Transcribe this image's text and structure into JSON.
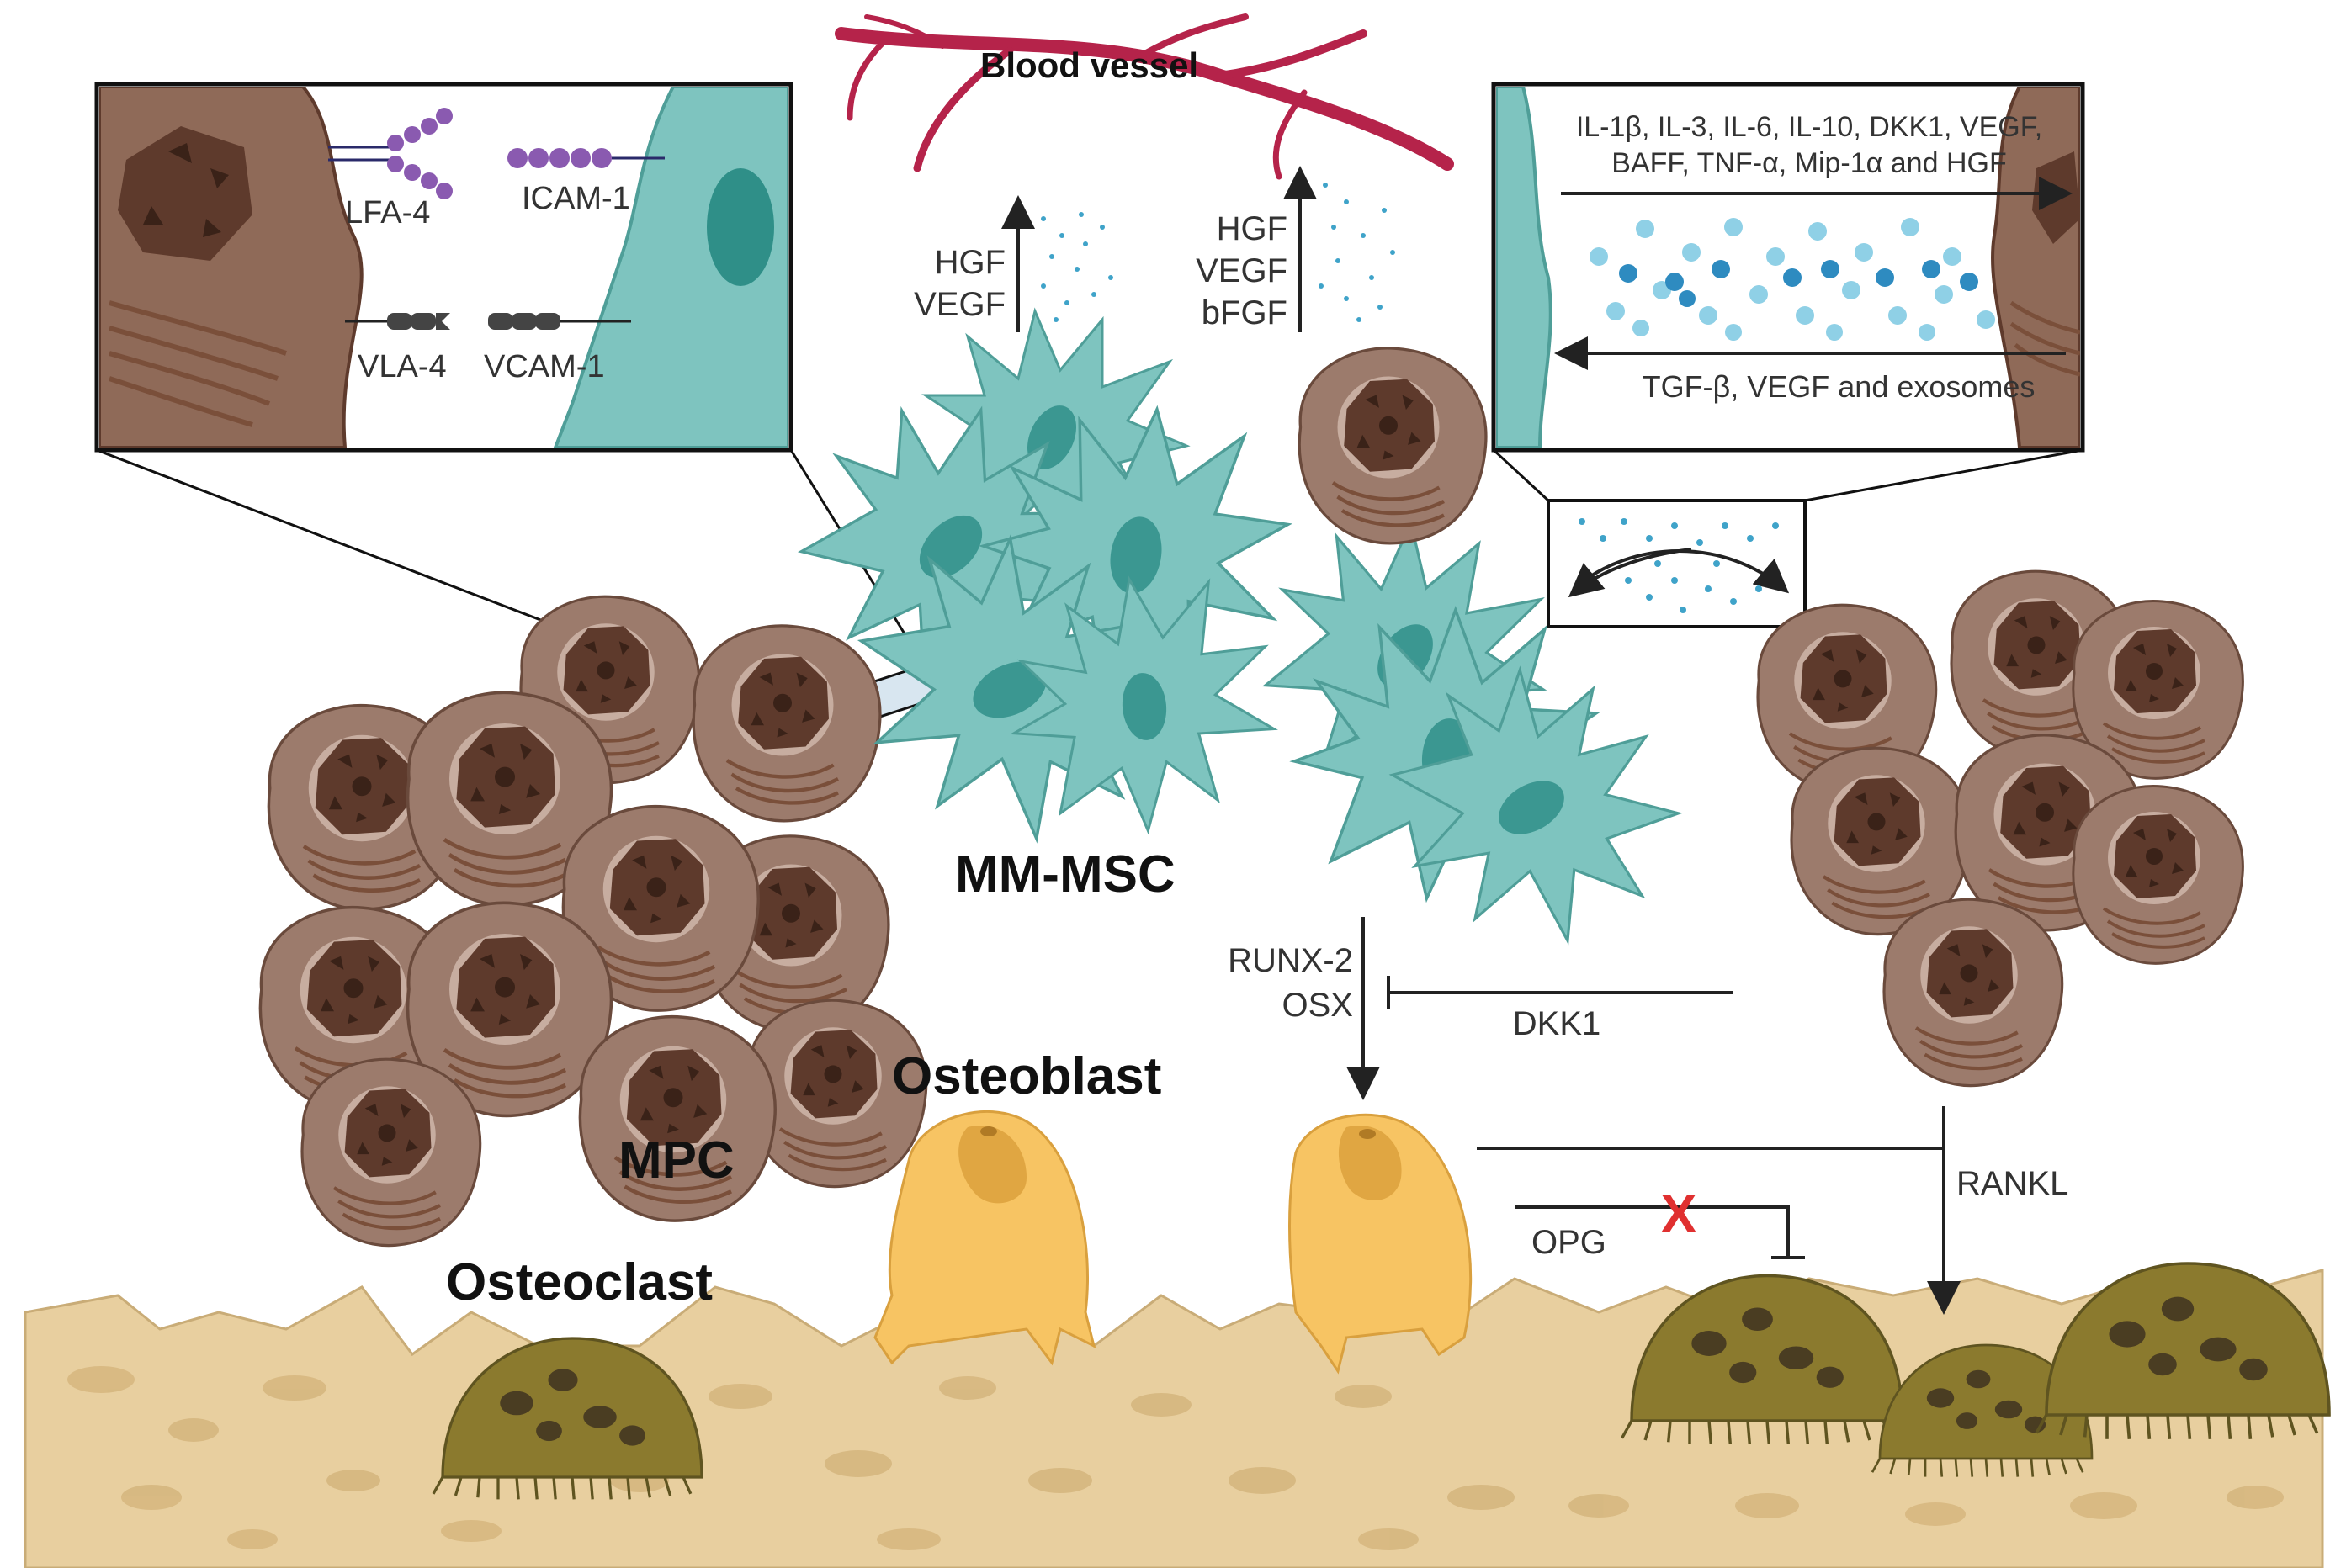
{
  "labels": {
    "blood_vessel": "Blood vessel",
    "hgf_1": "HGF",
    "vegf_1": "VEGF",
    "hgf_2": "HGF",
    "vegf_2": "VEGF",
    "bfgf": "bFGF",
    "lfa4": "LFA-4",
    "icam1": "ICAM-1",
    "vla4": "VLA-4",
    "vcam1": "VCAM-1",
    "cytokines_line1": "IL-1β, IL-3, IL-6, IL-10, DKK1, VEGF,",
    "cytokines_line2": "BAFF, TNF-α, Mip-1α and HGF",
    "return_factors": "TGF-β, VEGF and exosomes",
    "mm_msc": "MM-MSC",
    "mpc": "MPC",
    "osteoblast": "Osteoblast",
    "osteoclast": "Osteoclast",
    "runx2": "RUNX-2",
    "osx": "OSX",
    "dkk1": "DKK1",
    "rankl": "RANKL",
    "opg": "OPG",
    "cross": "X"
  },
  "colors": {
    "myeloma_cell": "#9c7b6c",
    "myeloma_nucleus": "#5e3a2c",
    "msc": "#7ec4bf",
    "msc_nucleus": "#2f8f88",
    "vessel": "#b5234a",
    "osteoblast": "#f7c463",
    "osteoclast": "#8b7a2e",
    "bone": "#e8cf9f",
    "cross": "#e03030",
    "dots": "#3fa3c9"
  }
}
